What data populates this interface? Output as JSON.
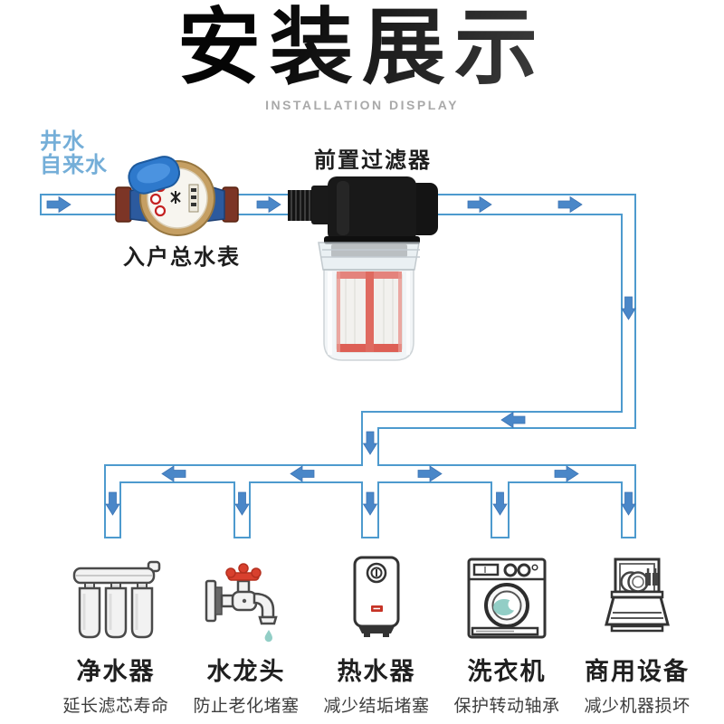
{
  "header": {
    "title": "安装展示",
    "subtitle": "INSTALLATION DISPLAY"
  },
  "diagram": {
    "source_line1": "井水",
    "source_line2": "自来水",
    "prefilter_label": "前置过滤器",
    "meter_label": "入户总水表"
  },
  "appliances": [
    {
      "icon": "water-purifier-icon",
      "name": "净水器",
      "benefit": "延长滤芯寿命"
    },
    {
      "icon": "faucet-icon",
      "name": "水龙头",
      "benefit": "防止老化堵塞"
    },
    {
      "icon": "water-heater-icon",
      "name": "热水器",
      "benefit": "减少结垢堵塞"
    },
    {
      "icon": "washing-machine-icon",
      "name": "洗衣机",
      "benefit": "保护转动轴承"
    },
    {
      "icon": "commercial-dishwasher-icon",
      "name": "商用设备",
      "benefit": "减少机器损坏"
    }
  ],
  "colors": {
    "pipe_outline": "#4d9ace",
    "flow_arrow": "#4a87c8",
    "source_text": "#74aed8",
    "handle_red": "#d8402e",
    "water_teal": "#92cec6",
    "title_dark": "#111111",
    "subtitle_gray": "#a9a9a9"
  }
}
